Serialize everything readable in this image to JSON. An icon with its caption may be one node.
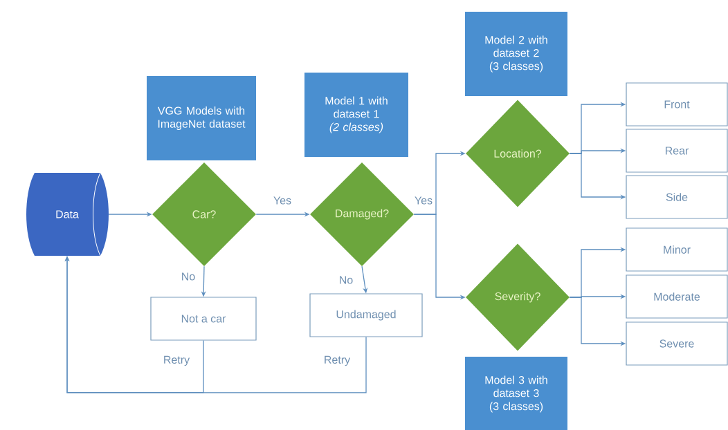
{
  "diagram": {
    "nodes": [
      {
        "text": [
          "Data"
        ]
      },
      {
        "text": [
          "VGG Models with ImageNet dataset"
        ]
      },
      {
        "text": [
          "Car?"
        ]
      },
      {
        "text": [
          "Model 1 with dataset 1 *(2 classes)*"
        ]
      },
      {
        "text": [
          "Damaged?"
        ]
      },
      {
        "text": [
          "Model 2 with dataset 2 (3 classes)"
        ]
      },
      {
        "text": [
          "Location?"
        ]
      },
      {
        "text": [
          "Severity?"
        ]
      },
      {
        "text": [
          "Model 3 with dataset 3 (3 classes)"
        ]
      },
      {
        "text": [
          "Not a car"
        ]
      },
      {
        "text": [
          "Undamaged"
        ]
      },
      {
        "text": [
          "Front"
        ]
      },
      {
        "text": [
          "Rear"
        ]
      },
      {
        "text": [
          "Side"
        ]
      },
      {
        "text": [
          "Minor"
        ]
      },
      {
        "text": [
          "Moderate"
        ]
      },
      {
        "text": [
          "Severe"
        ]
      }
    ],
    "edges": [
      {
        "from": 0,
        "to": 2,
        "arrow": "to"
      },
      {
        "from": 2,
        "to": 4,
        "arrow": "to",
        "label": "Yes"
      },
      {
        "from": 4,
        "to": 6,
        "arrow": "to",
        "label": "Yes"
      },
      {
        "from": 4,
        "to": 7,
        "arrow": "to"
      },
      {
        "from": 2,
        "to": 9,
        "arrow": "to",
        "label": "No"
      },
      {
        "from": 4,
        "to": 10,
        "arrow": "to",
        "label": "No"
      },
      {
        "from": 9,
        "to": 0,
        "arrow": "to",
        "label": "Retry"
      },
      {
        "from": 10,
        "to": 0,
        "arrow": "to",
        "label": "Retry"
      },
      {
        "from": 6,
        "to": 11,
        "arrow": "to"
      },
      {
        "from": 6,
        "to": 12,
        "arrow": "to"
      },
      {
        "from": 6,
        "to": 13,
        "arrow": "to"
      },
      {
        "from": 7,
        "to": 14,
        "arrow": "to"
      },
      {
        "from": 7,
        "to": 15,
        "arrow": "to"
      },
      {
        "from": 7,
        "to": 16,
        "arrow": "to"
      }
    ]
  }
}
